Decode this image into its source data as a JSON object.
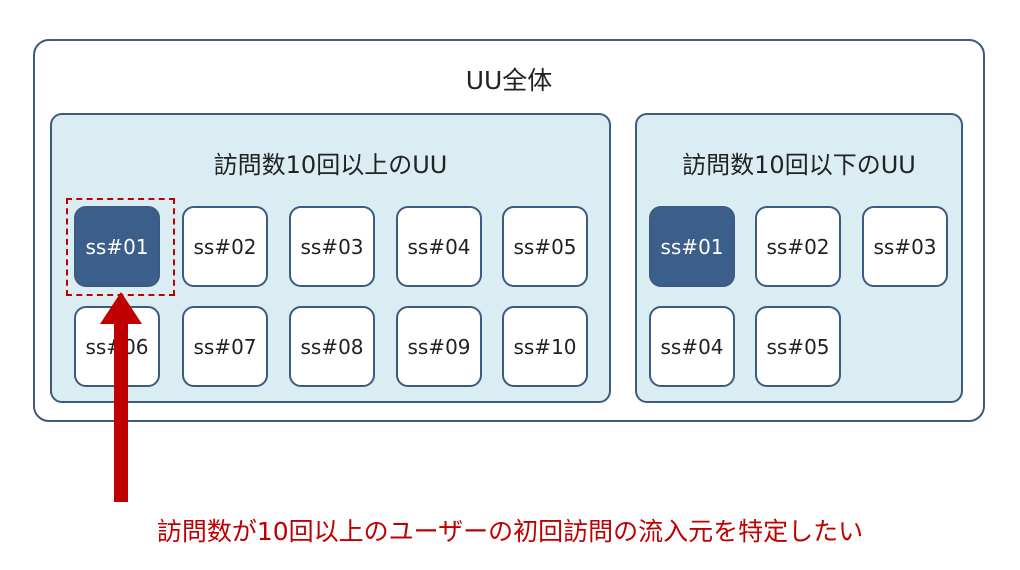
{
  "outer": {
    "title": "UU全体"
  },
  "left_group": {
    "title": "訪問数10回以上のUU",
    "tiles": [
      "ss#01",
      "ss#02",
      "ss#03",
      "ss#04",
      "ss#05",
      "ss#06",
      "ss#07",
      "ss#08",
      "ss#09",
      "ss#10"
    ],
    "selected_tile": "ss#01"
  },
  "right_group": {
    "title": "訪問数10回以下のUU",
    "tiles": [
      "ss#01",
      "ss#02",
      "ss#03",
      "ss#04",
      "ss#05"
    ],
    "selected_tile": "ss#01"
  },
  "caption": "訪問数が10回以上のユーザーの初回訪問の流入元を特定したい",
  "colors": {
    "border": "#3d5a80",
    "group_fill": "#daedf3",
    "selected_fill": "#3b5f8a",
    "highlight": "#c00000"
  }
}
